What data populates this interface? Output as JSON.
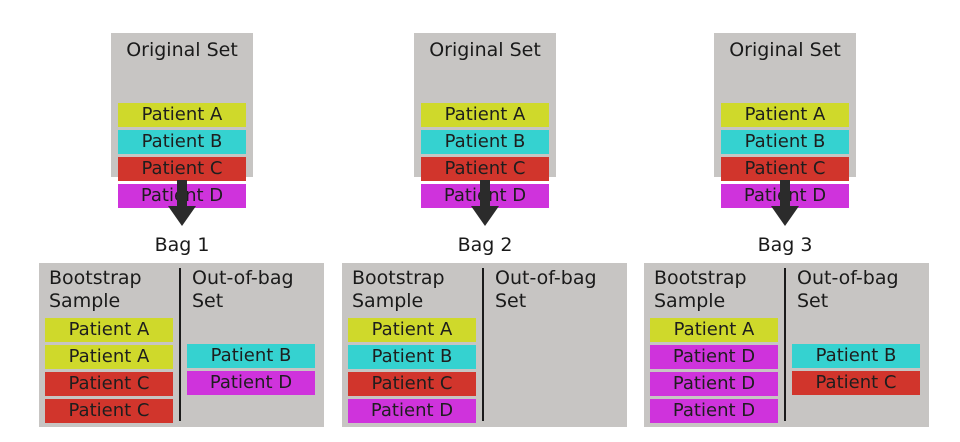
{
  "colors": {
    "A": "#cfd92b",
    "B": "#35d2d0",
    "C": "#d1352c",
    "D": "#cf33dc",
    "panel": "#c7c5c3"
  },
  "original_sets": [
    {
      "title": "Original Set",
      "items": [
        {
          "label": "Patient A",
          "key": "A"
        },
        {
          "label": "Patient B",
          "key": "B"
        },
        {
          "label": "Patient C",
          "key": "C"
        },
        {
          "label": "Patient D",
          "key": "D"
        }
      ]
    },
    {
      "title": "Original Set",
      "items": [
        {
          "label": "Patient A",
          "key": "A"
        },
        {
          "label": "Patient B",
          "key": "B"
        },
        {
          "label": "Patient C",
          "key": "C"
        },
        {
          "label": "Patient D",
          "key": "D"
        }
      ]
    },
    {
      "title": "Original Set",
      "items": [
        {
          "label": "Patient A",
          "key": "A"
        },
        {
          "label": "Patient B",
          "key": "B"
        },
        {
          "label": "Patient C",
          "key": "C"
        },
        {
          "label": "Patient D",
          "key": "D"
        }
      ]
    }
  ],
  "bags": [
    {
      "label": "Bag 1",
      "bootstrap_title": "Bootstrap\nSample",
      "oob_title": "Out-of-bag\nSet",
      "bootstrap": [
        {
          "label": "Patient A",
          "key": "A"
        },
        {
          "label": "Patient A",
          "key": "A"
        },
        {
          "label": "Patient C",
          "key": "C"
        },
        {
          "label": "Patient C",
          "key": "C"
        }
      ],
      "oob": [
        {
          "label": "Patient B",
          "key": "B"
        },
        {
          "label": "Patient D",
          "key": "D"
        }
      ]
    },
    {
      "label": "Bag 2",
      "bootstrap_title": "Bootstrap\nSample",
      "oob_title": "Out-of-bag\nSet",
      "bootstrap": [
        {
          "label": "Patient A",
          "key": "A"
        },
        {
          "label": "Patient B",
          "key": "B"
        },
        {
          "label": "Patient C",
          "key": "C"
        },
        {
          "label": "Patient D",
          "key": "D"
        }
      ],
      "oob": []
    },
    {
      "label": "Bag 3",
      "bootstrap_title": "Bootstrap\nSample",
      "oob_title": "Out-of-bag\nSet",
      "bootstrap": [
        {
          "label": "Patient A",
          "key": "A"
        },
        {
          "label": "Patient D",
          "key": "D"
        },
        {
          "label": "Patient D",
          "key": "D"
        },
        {
          "label": "Patient D",
          "key": "D"
        }
      ],
      "oob": [
        {
          "label": "Patient B",
          "key": "B"
        },
        {
          "label": "Patient C",
          "key": "C"
        }
      ]
    }
  ]
}
